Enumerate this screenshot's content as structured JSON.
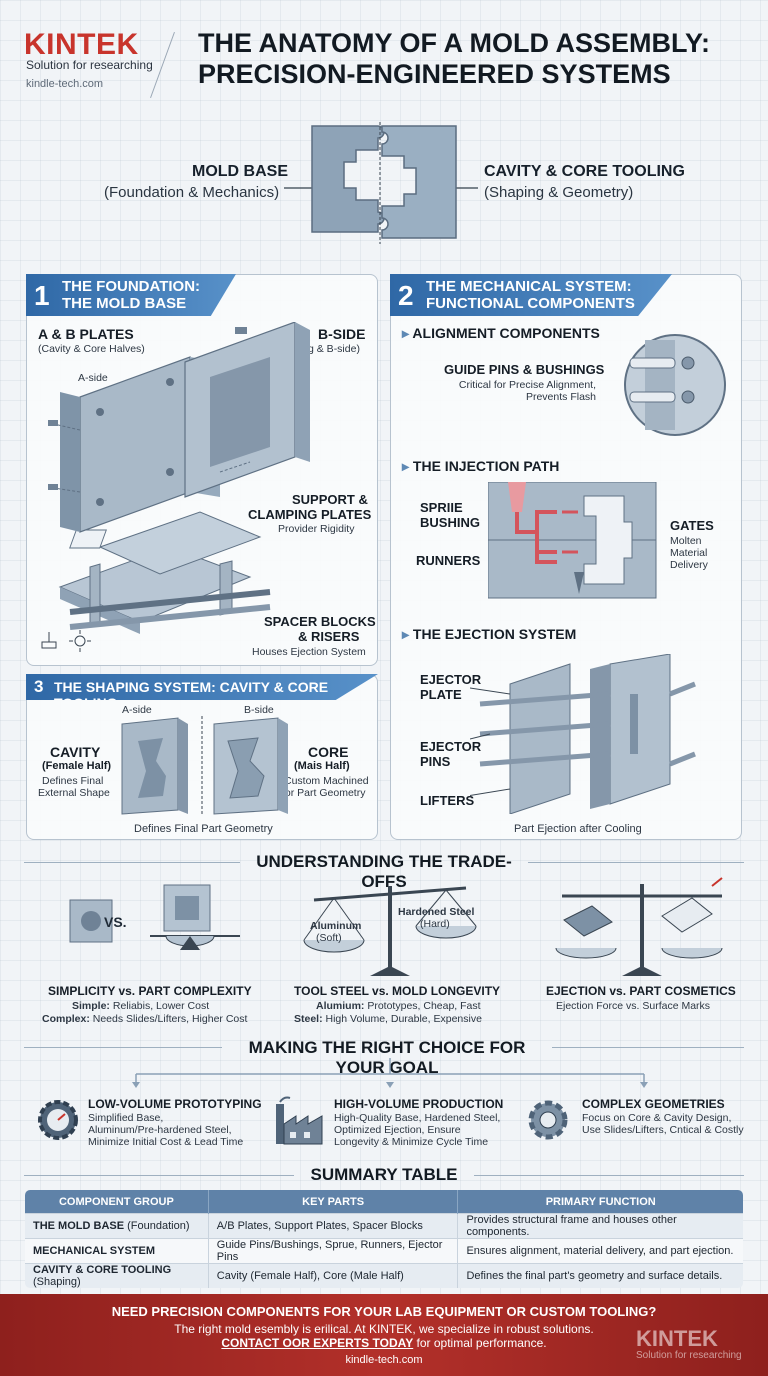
{
  "brand": {
    "logo": "KINTEK",
    "tagline": "Solution for researching",
    "url": "kindle-tech.com"
  },
  "title": {
    "line1": "THE ANATOMY OF A MOLD ASSEMBLY:",
    "line2": "PRECISION-ENGINEERED SYSTEMS"
  },
  "hero": {
    "left_title": "MOLD BASE",
    "left_sub": "(Foundation & Mechanics)",
    "right_title": "CAVITY & CORE TOOLING",
    "right_sub": "(Shaping & Geometry)"
  },
  "section1": {
    "num": "1",
    "title_l1": "THE FOUNDATION:",
    "title_l2": "THE MOLD BASE",
    "plates_title": "A & B PLATES",
    "plates_sub": "(Cavity & Core Halves)",
    "a_side": "A-side",
    "bside_title": "B-SIDE",
    "bside_sub": "Moving & B-side)",
    "support_title_l1": "SUPPORT &",
    "support_title_l2": "CLAMPING PLATES",
    "support_sub": "Provider Rigidity",
    "spacer_title_l1": "SPACER BLOCKS",
    "spacer_title_l2": "& RISERS",
    "spacer_sub": "Houses Ejection System"
  },
  "section2": {
    "num": "2",
    "title_l1": "THE MECHANICAL SYSTEM:",
    "title_l2": "FUNCTIONAL COMPONENTS",
    "align_head": "ALIGNMENT COMPONENTS",
    "guide_title": "GUIDE PINS & BUSHINGS",
    "guide_sub_l1": "Critical for Precise Alignment,",
    "guide_sub_l2": "Prevents Flash",
    "inject_head": "THE INJECTION PATH",
    "sprue_l1": "SPRIIE",
    "sprue_l2": "BUSHING",
    "runners": "RUNNERS",
    "gates_title": "GATES",
    "gates_sub_l1": "Molten",
    "gates_sub_l2": "Material",
    "gates_sub_l3": "Delivery",
    "eject_head": "THE EJECTION SYSTEM",
    "ej_plate_l1": "EJECTOR",
    "ej_plate_l2": "PLATE",
    "ej_pins_l1": "EJECTOR",
    "ej_pins_l2": "PINS",
    "lifters": "LIFTERS",
    "caption": "Part Ejection after Cooling"
  },
  "section3": {
    "num": "3",
    "title": "THE SHAPING SYSTEM: CAVITY & CORE TOOLING",
    "a_side": "A-side",
    "b_side": "B-side",
    "cavity_title": "CAVITY",
    "cavity_sub": "(Female Half)",
    "cavity_desc_l1": "Defines Final",
    "cavity_desc_l2": "External Shape",
    "core_title": "CORE",
    "core_sub": "(Mais Half)",
    "core_desc_l1": "Custom Machined",
    "core_desc_l2": "for Part Geometry",
    "caption": "Defines Final Part Geometry"
  },
  "tradeoffs": {
    "heading": "UNDERSTANDING THE TRADE-OFFS",
    "vs": "VS.",
    "t1_title": "SIMPLICITY vs. PART COMPLEXITY",
    "t1_l1_b": "Simple:",
    "t1_l1": " Reliabis, Lower Cost",
    "t1_l2_b": "Complex:",
    "t1_l2": " Needs Slides/Lifters, Higher Cost",
    "t2_left_l1": "Aluminum",
    "t2_left_l2": "(Soft)",
    "t2_right_l1": "Hardened Steel",
    "t2_right_l2": "(Hard)",
    "t2_title": "TOOL STEEL vs. MOLD LONGEVITY",
    "t2_l1_b": "Alumium:",
    "t2_l1": " Prototypes, Cheap, Fast",
    "t2_l2_b": "Steel:",
    "t2_l2": " High Volume, Durable, Expensive",
    "t3_title": "EJECTION vs. PART COSMETICS",
    "t3_sub": "Ejection Force vs. Surface Marks"
  },
  "choice": {
    "heading": "MAKING THE RIGHT CHOICE FOR YOUR GOAL",
    "c1_title": "LOW-VOLUME PROTOTYPING",
    "c1_l1": "Simplified Base,",
    "c1_l2": "Aluminum/Pre-hardened Steel,",
    "c1_l3": "Minimize Initial Cost & Lead Time",
    "c2_title": "HIGH-VOLUME PRODUCTION",
    "c2_l1": "High-Quality Base, Hardened Steel,",
    "c2_l2": "Optimized Ejection, Ensure",
    "c2_l3": "Longevity & Minimize Cycle Time",
    "c3_title": "COMPLEX GEOMETRIES",
    "c3_l1": "Focus on Core & Cavity Design,",
    "c3_l2": "Use Slides/Lifters, Cntical & Costly"
  },
  "summary": {
    "heading": "SUMMARY TABLE",
    "headers": [
      "COMPONENT GROUP",
      "KEY PARTS",
      "PRIMARY FUNCTION"
    ],
    "r1_group_b": "THE MOLD BASE",
    "r1_group": " (Foundation)",
    "r1_parts": "A/B Plates, Support Plates, Spacer Blocks",
    "r1_func": "Provides structural frame and houses other components.",
    "r2_group_b": "MECHANICAL SYSTEM",
    "r2_group": "",
    "r2_parts": "Guide Pins/Bushings, Sprue, Runners, Ejector Pins",
    "r2_func": "Ensures alignment, material delivery, and part ejection.",
    "r3_group_b": "CAVITY & CORE TOOLING",
    "r3_group": " (Shaping)",
    "r3_parts": "Cavity (Female Half), Core (Male Half)",
    "r3_func": "Defines the final part's geometry and surface details."
  },
  "footer": {
    "headline": "NEED PRECISION COMPONENTS FOR YOUR LAB EQUIPMENT OR CUSTOM TOOLING?",
    "line2": "The right mold esembly is erilical. At KINTEK, we specialize in robust solutions.",
    "cta": "CONTACT OOR EXPERTS TODAY",
    "cta_tail": " for optimal performance.",
    "url": "kindle-tech.com",
    "logo": "KINTEK",
    "logo_tag": "Solution for researching"
  },
  "colors": {
    "brand_red": "#c8342c",
    "banner_blue": "#2f68a6",
    "steel": "#a9b9c8",
    "footer_red": "#b3302a"
  }
}
